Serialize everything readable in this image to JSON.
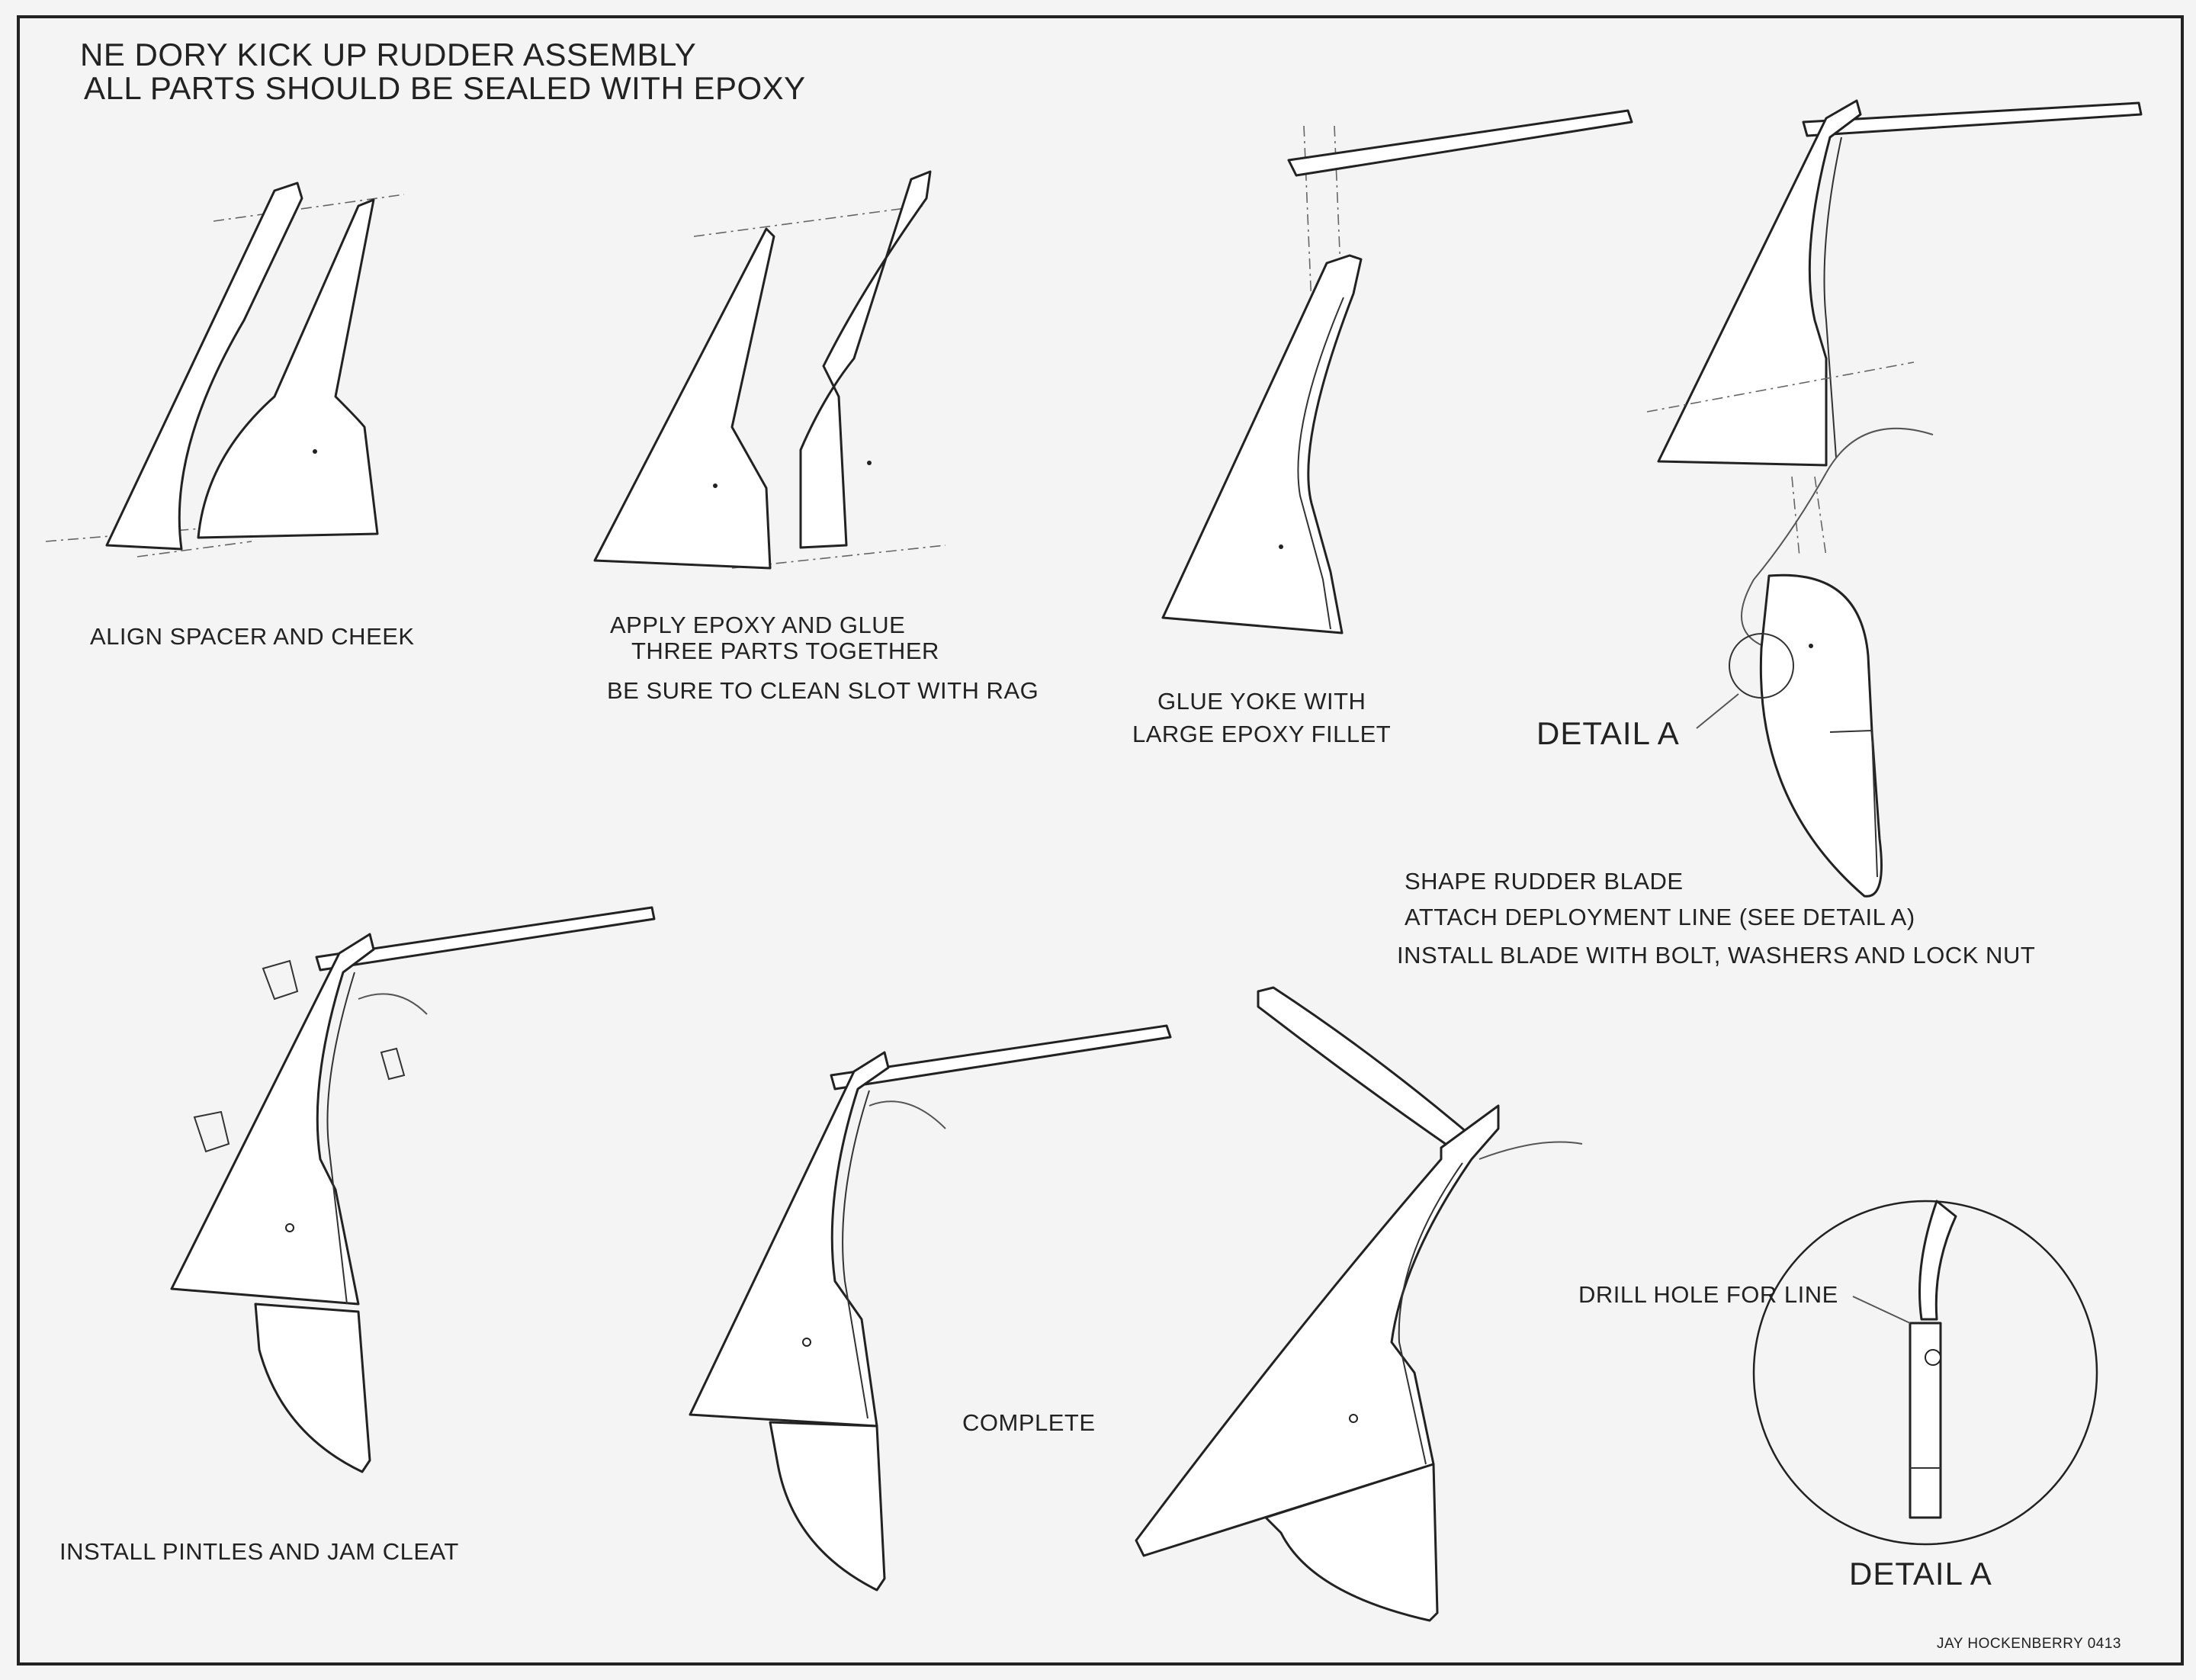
{
  "title": {
    "line1": "NE DORY KICK UP RUDDER ASSEMBLY",
    "line2": "ALL PARTS SHOULD BE SEALED WITH EPOXY"
  },
  "steps": [
    {
      "lines": [
        "ALIGN SPACER AND CHEEK"
      ]
    },
    {
      "lines": [
        "APPLY EPOXY AND GLUE",
        "THREE PARTS TOGETHER",
        "BE SURE TO CLEAN SLOT WITH RAG"
      ]
    },
    {
      "lines": [
        "GLUE YOKE WITH",
        "LARGE EPOXY FILLET"
      ]
    },
    {
      "lines": [
        "SHAPE RUDDER BLADE",
        "ATTACH DEPLOYMENT LINE (SEE DETAIL A)",
        "INSTALL BLADE WITH BOLT, WASHERS AND LOCK NUT"
      ]
    },
    {
      "lines": [
        "INSTALL PINTLES AND JAM CLEAT"
      ]
    },
    {
      "lines": [
        "COMPLETE"
      ]
    }
  ],
  "detail_callout_label": "DETAIL A",
  "detail_view": {
    "callout": "DRILL HOLE FOR LINE",
    "label": "DETAIL A"
  },
  "author": "JAY HOCKENBERRY 0413"
}
